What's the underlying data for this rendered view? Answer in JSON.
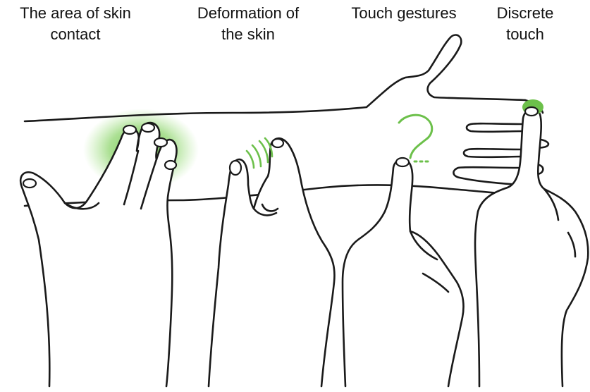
{
  "labels": [
    {
      "line1": "The area of skin",
      "line2": "contact"
    },
    {
      "line1": "Deformation of",
      "line2": "the skin"
    },
    {
      "line1": "Touch gestures",
      "line2": ""
    },
    {
      "line1": "Discrete",
      "line2": "touch"
    }
  ],
  "colors": {
    "accent": "#6cc04a",
    "ink": "#1a1a1a",
    "background": "#ffffff"
  },
  "glyphs": {
    "gesture_mark": "?"
  }
}
